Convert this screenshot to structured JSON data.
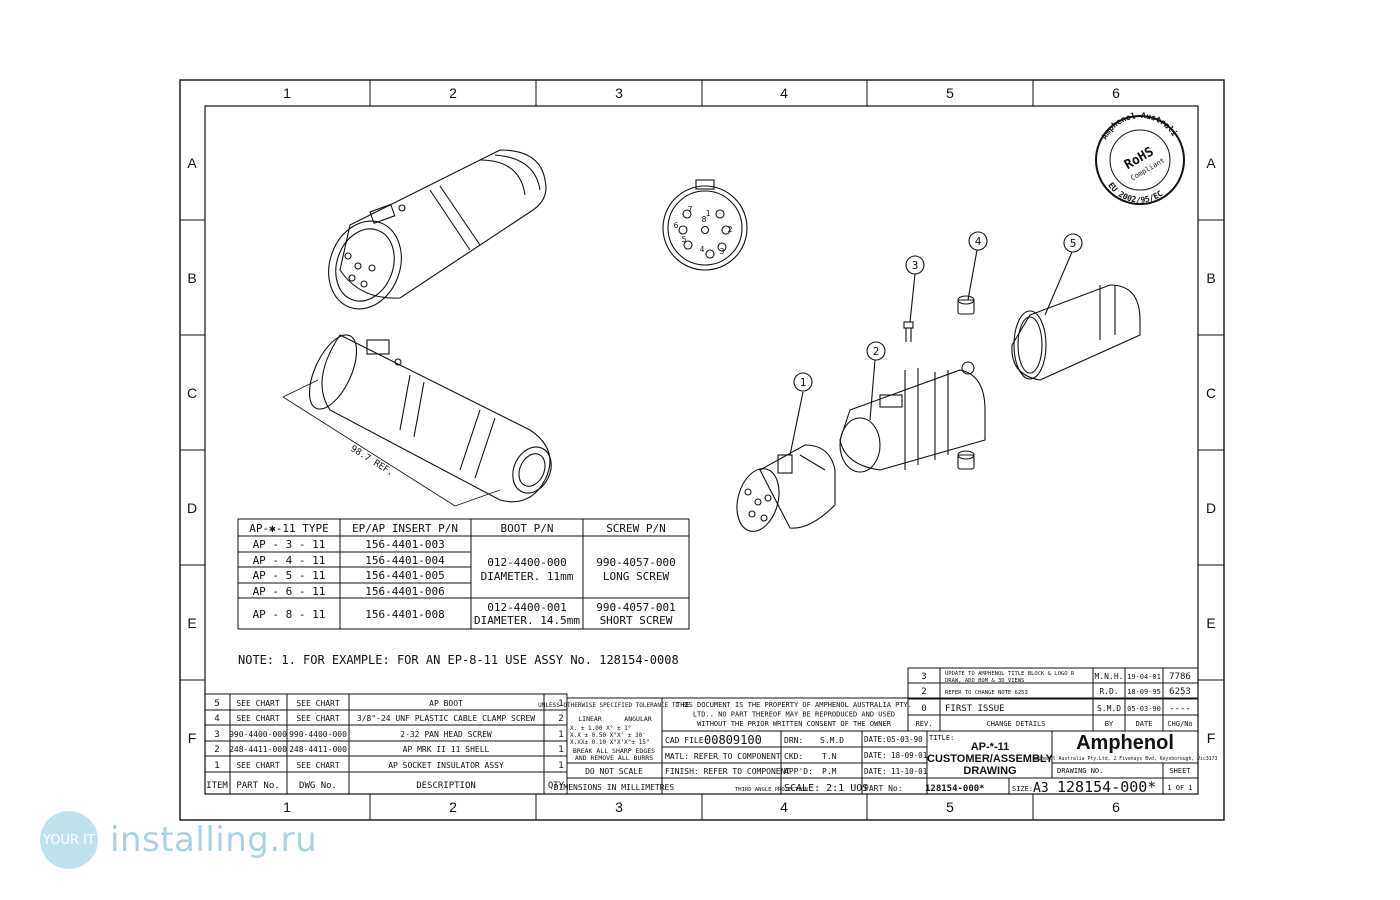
{
  "zones": {
    "columns": [
      "1",
      "2",
      "3",
      "4",
      "5",
      "6"
    ],
    "rows": [
      "A",
      "B",
      "C",
      "D",
      "E",
      "F"
    ]
  },
  "dimension": {
    "text": "98.7 REF."
  },
  "rohs": {
    "top": "Amphenol Australia",
    "center": "RoHS",
    "sub": "Compliant",
    "bottom": "EU 2002/95/EC"
  },
  "pin_labels": [
    "1",
    "2",
    "3",
    "4",
    "5",
    "6",
    "7",
    "8"
  ],
  "balloons": [
    "1",
    "2",
    "3",
    "4",
    "5"
  ],
  "type_table": {
    "headers": [
      "AP-✱-11 TYPE",
      "EP/AP INSERT P/N",
      "BOOT P/N",
      "SCREW P/N"
    ],
    "rows": [
      {
        "type": "AP - 3 - 11",
        "insert": "156-4401-003"
      },
      {
        "type": "AP - 4 - 11",
        "insert": "156-4401-004"
      },
      {
        "type": "AP - 5 - 11",
        "insert": "156-4401-005"
      },
      {
        "type": "AP - 6 - 11",
        "insert": "156-4401-006"
      },
      {
        "type": "AP - 8 - 11",
        "insert": "156-4401-008"
      }
    ],
    "boot_small": [
      "012-4400-000",
      "DIAMETER. 11mm"
    ],
    "screw_long": [
      "990-4057-000",
      "LONG SCREW"
    ],
    "boot_large": [
      "012-4400-001",
      "DIAMETER. 14.5mm"
    ],
    "screw_short": [
      "990-4057-001",
      "SHORT SCREW"
    ]
  },
  "note": "NOTE: 1. FOR EXAMPLE: FOR AN EP-8-11 USE ASSY No. 128154-0008",
  "bom": {
    "headers": [
      "ITEM",
      "PART No.",
      "DWG No.",
      "DESCRIPTION",
      "QTY"
    ],
    "rows": [
      {
        "item": "5",
        "part": "SEE CHART",
        "dwg": "SEE CHART",
        "desc": "AP BOOT",
        "qty": "1"
      },
      {
        "item": "4",
        "part": "SEE CHART",
        "dwg": "SEE CHART",
        "desc": "3/8\"-24 UNF PLASTIC CABLE CLAMP SCREW",
        "qty": "2"
      },
      {
        "item": "3",
        "part": "990-4400-000",
        "dwg": "990-4400-000",
        "desc": "2-32 PAN HEAD SCREW",
        "qty": "1"
      },
      {
        "item": "2",
        "part": "248-4411-000",
        "dwg": "248-4411-000",
        "desc": "AP MRK II 11 SHELL",
        "qty": "1"
      },
      {
        "item": "1",
        "part": "SEE CHART",
        "dwg": "SEE CHART",
        "desc": "AP SOCKET INSULATOR ASSY",
        "qty": "1"
      }
    ]
  },
  "tolerance": {
    "title": "UNLESS OTHERWISE SPECIFIED TOLERANCE TO BE",
    "linear": "LINEAR",
    "angular": "ANGULAR",
    "lines": [
      "X.  ± 1.00   X°  ± 1°",
      "X.X  ± 0.50   X°X'  ± 30'",
      "X.XX± 0.10   X°X'X\"± 15\""
    ],
    "edges": "BREAK ALL SHARP EDGES AND REMOVE ALL BURRS",
    "no_scale": "DO NOT SCALE",
    "dims": "DIMENSIONS IN MILLIMETRES"
  },
  "property": [
    "THIS DOCUMENT IS THE PROPERTY OF AMPHENOL AUSTRALIA PTY.",
    "LTD.. NO PART THEREOF MAY BE REPRODUCED AND USED",
    "WITHOUT THE PRIOR WRITTEN CONSENT OF THE OWNER"
  ],
  "fields": {
    "cad_label": "CAD FILE:",
    "cad_value": "00809100",
    "matl": "MATL: REFER TO COMPONENT",
    "finish": "FINISH: REFER TO COMPONENT",
    "projection": "THIRD ANGLE PROJECTION",
    "drn": "DRN:",
    "drn_v": "S.M.D",
    "date1": "DATE:05-03-90",
    "ckd": "CKD:",
    "ckd_v": "T.N",
    "date2": "DATE: 18-09-01",
    "appd": "APP'D:",
    "appd_v": "P.M",
    "date3": "DATE: 11-10-01",
    "scale": "SCALE: 2:1  UOS",
    "part_label": "PART No:",
    "part_value": "128154-000*",
    "title_label": "TITLE:",
    "title_1": "AP-*-11",
    "title_2": "CUSTOMER/ASSEMBLY",
    "title_3": "DRAWING",
    "brand": "Amphenol",
    "address": "Amphenol Australia Pty.Ltd, 2 Fivenays Bvd, Keysborough, Vic3173",
    "drawing_no_label": "DRAWING NO.",
    "drawing_no": "128154-000*",
    "size_label": "SIZE:",
    "size": "A3",
    "sheet_label": "SHEET",
    "sheet": "1 OF 1"
  },
  "revisions": {
    "rows": [
      {
        "rev": "3",
        "details": "UPDATE TO AMPHENOL TITLE BLOCK & LOGO REDRAW, ADD BOM & 3D VIEWS",
        "by": "M.N.H.",
        "date": "19-04-01",
        "chg": "7786"
      },
      {
        "rev": "2",
        "details": "REFER TO CHANGE NOTE 6253",
        "by": "R.D.",
        "date": "18-09-95",
        "chg": "6253"
      },
      {
        "rev": "0",
        "details": "FIRST ISSUE",
        "by": "S.M.D",
        "date": "05-03-90",
        "chg": "----"
      }
    ],
    "headers": [
      "REV.",
      "CHANGE DETAILS",
      "BY",
      "DATE",
      "CHG/No"
    ]
  },
  "watermark": {
    "text": "installing.ru",
    "logo": "YOUR IT"
  }
}
